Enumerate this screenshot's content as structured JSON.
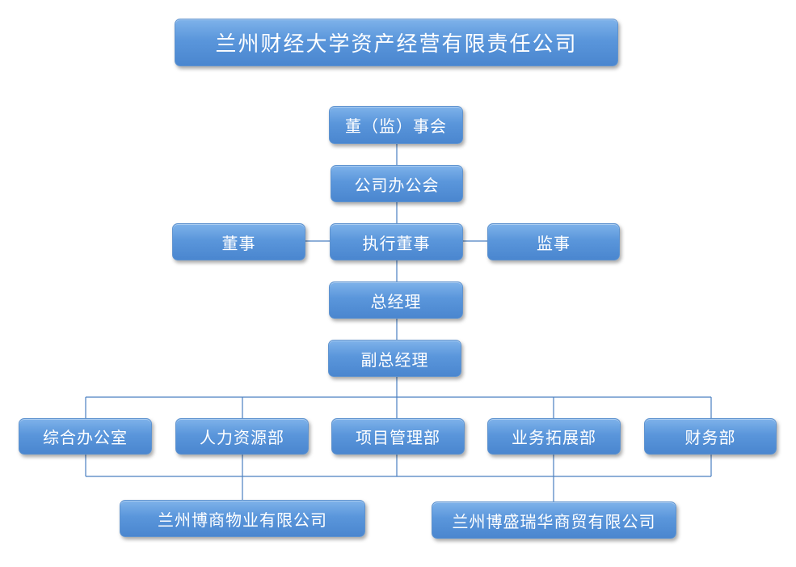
{
  "title": "兰州财经大学资产经营有限责任公司",
  "nodes": {
    "board": "董（监）事会",
    "office_meeting": "公司办公会",
    "director": "董事",
    "executive_director": "执行董事",
    "supervisor": "监事",
    "general_manager": "总经理",
    "deputy_general_manager": "副总经理",
    "general_office": "综合办公室",
    "hr_department": "人力资源部",
    "project_management_department": "项目管理部",
    "business_development_department": "业务拓展部",
    "finance_department": "财务部",
    "boshang_property_company": "兰州博商物业有限公司",
    "boshengruihua_trading_company": "兰州博盛瑞华商贸有限公司"
  },
  "colors": {
    "node_fill": "#5a96db",
    "connector": "#4a7fc1",
    "text": "#ffffff"
  }
}
